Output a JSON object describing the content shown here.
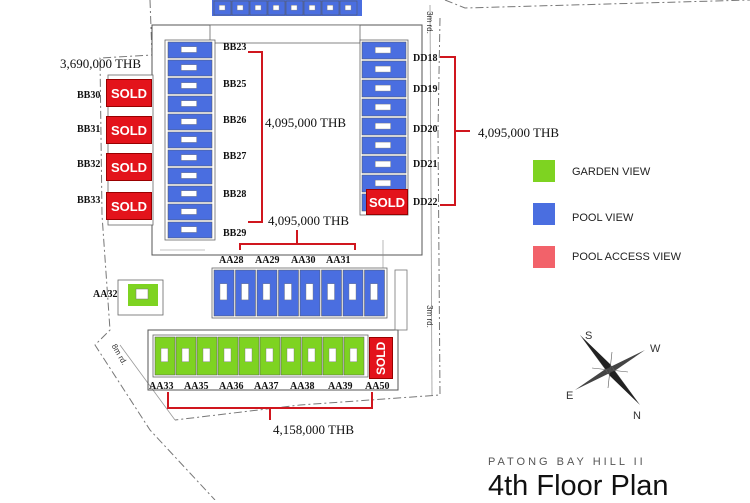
{
  "header": {
    "project": "PATONG BAY HILL II",
    "title": "4th Floor Plan"
  },
  "legend": [
    {
      "label": "GARDEN VIEW",
      "color": "#7ed321"
    },
    {
      "label": "POOL VIEW",
      "color": "#4a6ee0"
    },
    {
      "label": "POOL ACCESS VIEW",
      "color": "#f2626a"
    }
  ],
  "roads": {
    "top": "3m rd.",
    "right": "3m rd.",
    "left": "8m rd."
  },
  "compass": {
    "n": "N",
    "s": "S",
    "e": "E",
    "w": "W"
  },
  "prices": {
    "bb_left": "3,690,000 THB",
    "bb_right": "4,095,000 THB",
    "dd": "4,095,000 THB",
    "aa_top": "4,095,000 THB",
    "aa_bottom": "4,158,000 THB"
  },
  "sold_label": "SOLD",
  "units": {
    "bb_inner": [
      "BB23",
      "BB25",
      "BB26",
      "BB27",
      "BB28",
      "BB29"
    ],
    "bb_outer": [
      "BB30",
      "BB31",
      "BB32",
      "BB33"
    ],
    "dd": [
      "DD18",
      "DD19",
      "DD20",
      "DD21",
      "DD22"
    ],
    "aa_top": [
      "AA28",
      "AA29",
      "AA30",
      "AA31"
    ],
    "aa32": "AA32",
    "aa_bottom": [
      "AA33",
      "AA35",
      "AA36",
      "AA37",
      "AA38",
      "AA39",
      "AA50"
    ]
  }
}
